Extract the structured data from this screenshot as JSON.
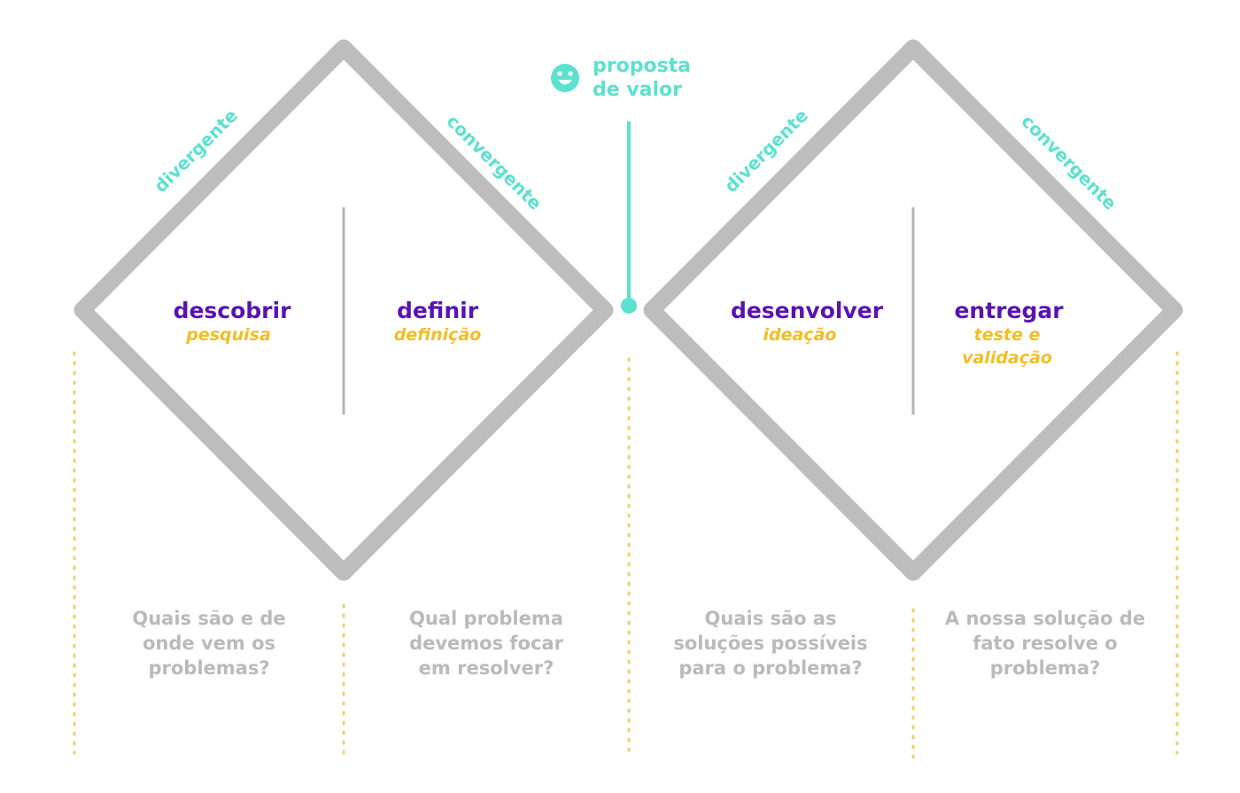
{
  "colors": {
    "diamond_stroke": "#bdbdbd",
    "divider": "#b5b5b5",
    "accent_teal": "#5ce1cf",
    "title_purple": "#5a13b0",
    "subtitle_yellow": "#f2bd26",
    "dotted_yellow": "#f1cf6e",
    "question_gray": "#bababa"
  },
  "value_proposition": {
    "icon": "smiley-icon",
    "line1": "proposta",
    "line2": "de valor"
  },
  "diamonds": [
    {
      "left_slope": "divergente",
      "right_slope": "convergente",
      "phases": [
        {
          "title": "descobrir",
          "subtitle": [
            "pesquisa"
          ],
          "question": [
            "Quais são e de",
            "onde vem os",
            "problemas?"
          ]
        },
        {
          "title": "definir",
          "subtitle": [
            "definição"
          ],
          "question": [
            "Qual problema",
            "devemos focar",
            "em resolver?"
          ]
        }
      ]
    },
    {
      "left_slope": "divergente",
      "right_slope": "convergente",
      "phases": [
        {
          "title": "desenvolver",
          "subtitle": [
            "ideação"
          ],
          "question": [
            "Quais são as",
            "soluções possíveis",
            "para o problema?"
          ]
        },
        {
          "title": "entregar",
          "subtitle": [
            "teste e",
            "validação"
          ],
          "question": [
            "A nossa solução de",
            "fato resolve o",
            "problema?"
          ]
        }
      ]
    }
  ]
}
